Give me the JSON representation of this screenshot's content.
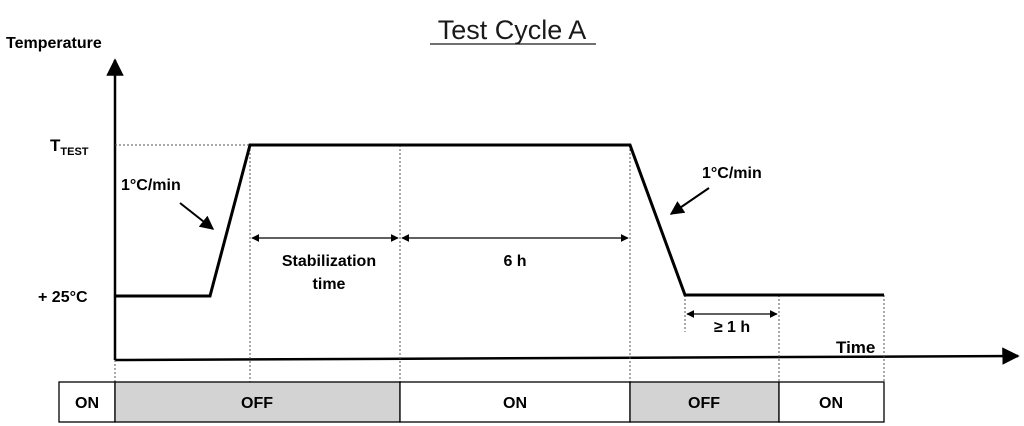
{
  "title": "Test Cycle A",
  "axes": {
    "y_label": "Temperature",
    "x_label": "Time"
  },
  "levels": {
    "high_main": "T",
    "high_sub": "TEST",
    "low": "+ 25°C"
  },
  "rates": {
    "ramp_up": "1°C/min",
    "ramp_down": "1°C/min"
  },
  "durations": {
    "stabilization_line1": "Stabilization",
    "stabilization_line2": "time",
    "hold": "6 h",
    "cooldown": "≥ 1 h"
  },
  "states": [
    {
      "label": "ON",
      "shaded": false
    },
    {
      "label": "OFF",
      "shaded": true
    },
    {
      "label": "ON",
      "shaded": false
    },
    {
      "label": "OFF",
      "shaded": true
    },
    {
      "label": "ON",
      "shaded": false
    }
  ],
  "colors": {
    "line": "#000000",
    "shade": "#d3d3d3",
    "title": "#1a1a1a"
  }
}
